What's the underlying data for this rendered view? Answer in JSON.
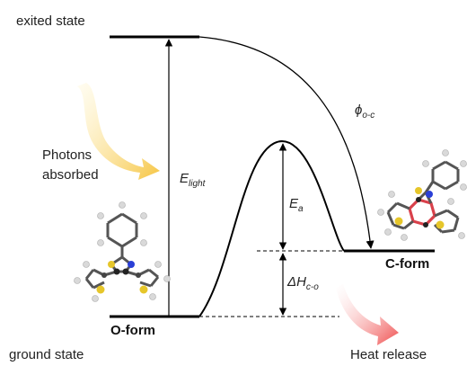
{
  "labels": {
    "excited_state": "exited state",
    "ground_state": "ground state",
    "photons_line1": "Photons",
    "photons_line2": "absorbed",
    "e_light_main": "E",
    "e_light_sub": "light",
    "phi_main": "ϕ",
    "phi_sub": "o-c",
    "ea_main": "E",
    "ea_sub": "a",
    "dh_main": "ΔH",
    "dh_sub": "c-o",
    "o_form": "O-form",
    "c_form": "C-form",
    "heat_release": "Heat release"
  },
  "colors": {
    "line": "#000000",
    "photon_arrow_start": "#fff6cf",
    "photon_arrow_end": "#f6c542",
    "heat_arrow_start": "#ffffff",
    "heat_arrow_end": "#ef4d4d",
    "ring_highlight": "#d9414b",
    "sulfur": "#e6c62a",
    "nitrogen": "#2a3fd6",
    "carbon": "#4a4a4a",
    "hydrogen": "#d9d9d9"
  },
  "icons": {
    "o_form_molecule": "molecule-icon",
    "c_form_molecule": "molecule-icon"
  }
}
